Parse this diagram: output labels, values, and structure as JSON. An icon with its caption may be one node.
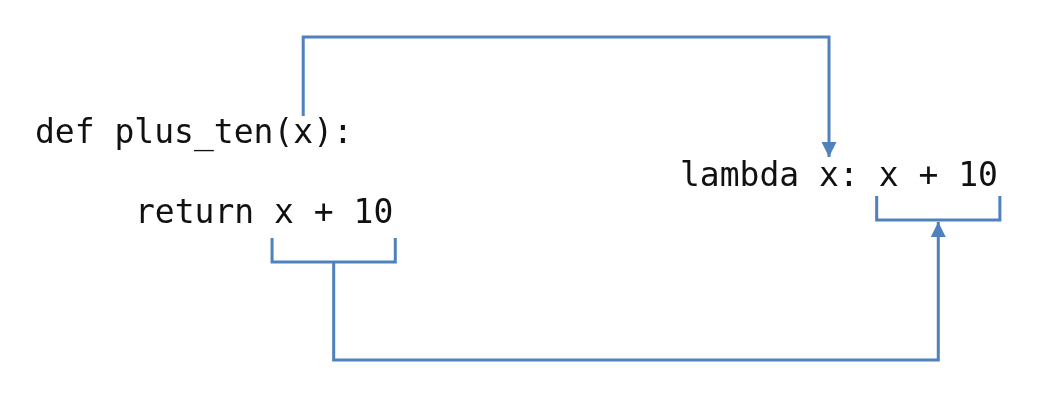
{
  "diagram": {
    "nodes": [
      {
        "text": [
          "def plus_ten(x):"
        ]
      },
      {
        "text": [
          "return x + 10"
        ]
      },
      {
        "text": [
          "lambda x: x + 10"
        ]
      }
    ],
    "edges": [
      {
        "from": 0,
        "to": 2,
        "arrow": "to"
      },
      {
        "from": 1,
        "to": 2,
        "arrow": "to"
      }
    ]
  }
}
